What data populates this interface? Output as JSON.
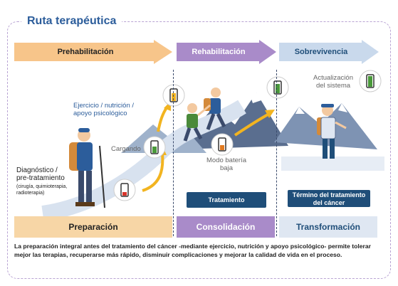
{
  "title": "Ruta terapéutica",
  "phases": [
    {
      "label": "Prehabilitación",
      "color": "#f7c58a"
    },
    {
      "label": "Rehabilitación",
      "color": "#a98bc9"
    },
    {
      "label": "Sobrevivencia",
      "color": "#c9d9ec"
    }
  ],
  "stages": [
    {
      "label": "Preparación",
      "color": "#f7d6a6"
    },
    {
      "label": "Consolidación",
      "color": "#a98bc9"
    },
    {
      "label": "Transformación",
      "color": "#dfe7f2"
    }
  ],
  "notes": {
    "ejercicio": "Ejercicio / nutrición / apoyo psicológico",
    "cargando": "Cargando",
    "diagnostico": "Diagnóstico / pre-tratamiento",
    "diagnostico_sub": "(cirugía, quimioterapia, radioterapia)",
    "modo_bateria": "Modo batería baja",
    "actualizacion": "Actualización del sistema"
  },
  "boxes": {
    "tratamiento": "Tratamiento",
    "termino": "Término del tratamiento del cáncer"
  },
  "caption": "La preparación integral antes del tratamiento del cáncer -mediante ejercicio, nutrición y apoyo psicológico- permite tolerar mejor las terapias, recuperarse más rápido, disminuir complicaciones y mejorar la calidad de vida en el proceso."
}
